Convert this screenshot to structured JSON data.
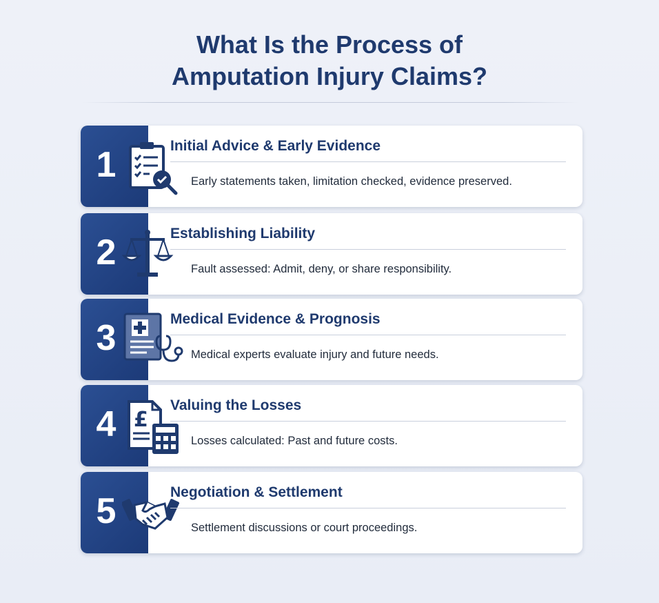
{
  "title": {
    "line1": "What Is the Process of",
    "line2": "Amputation Injury Claims?"
  },
  "steps": [
    {
      "number": "1",
      "heading": "Initial Advice & Early Evidence",
      "description": "Early statements taken, limitation checked, evidence preserved.",
      "icon": "clipboard-check-magnifier-icon"
    },
    {
      "number": "2",
      "heading": "Establishing Liability",
      "description": "Fault assessed: Admit, deny, or share responsibility.",
      "icon": "scales-of-justice-icon"
    },
    {
      "number": "3",
      "heading": "Medical Evidence & Prognosis",
      "description": "Medical experts evaluate injury and future needs.",
      "icon": "medical-report-stethoscope-icon"
    },
    {
      "number": "4",
      "heading": "Valuing the Losses",
      "description": "Losses calculated: Past and future costs.",
      "icon": "pound-document-calculator-icon"
    },
    {
      "number": "5",
      "heading": "Negotiation & Settlement",
      "description": "Settlement discussions or court proceedings.",
      "icon": "handshake-icon"
    }
  ],
  "colors": {
    "navy": "#1f3a6e",
    "band": "#254686",
    "background": "#eceff7"
  }
}
